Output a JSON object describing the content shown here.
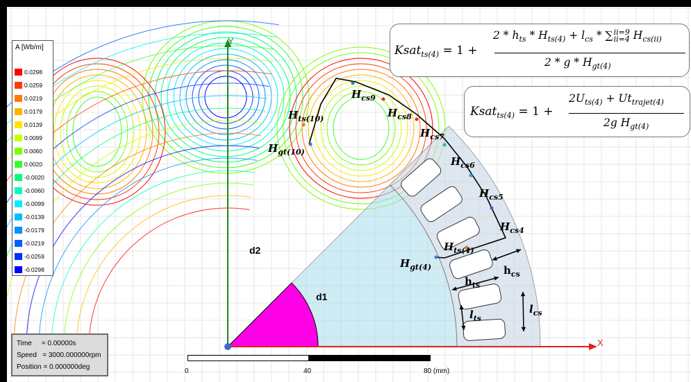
{
  "legend": {
    "title": "A [Wb/m]",
    "values": [
      "0.0298",
      "0.0259",
      "0.0219",
      "0.0179",
      "0.0139",
      "0.0099",
      "0.0060",
      "0.0020",
      "-0.0020",
      "-0.0060",
      "-0.0099",
      "-0.0139",
      "-0.0179",
      "-0.0219",
      "-0.0259",
      "-0.0298"
    ],
    "colors": [
      "#ff0000",
      "#ff3d00",
      "#ff7a00",
      "#ffb400",
      "#ffe600",
      "#c8ff00",
      "#7eff00",
      "#3bff2a",
      "#00ff80",
      "#00ffbf",
      "#00f0ff",
      "#00c0ff",
      "#0090ff",
      "#0060ff",
      "#0030ff",
      "#0000ff"
    ]
  },
  "axes": {
    "x_label": "X",
    "y_label": "Y"
  },
  "info": {
    "time": "Time     = 0.00000s",
    "speed": "Speed   = 3000.000000rpm",
    "position": "Position = 0.000000deg"
  },
  "scale": {
    "ticks": [
      "0",
      "40",
      "80 (mm)"
    ]
  },
  "formula1": {
    "lhs": "Ksat",
    "lhs_sub": "ts(4)",
    "eq": "= 1 +",
    "numerator": "2 * h",
    "num_sub1": "ts",
    "num_mid1": " * H",
    "num_sub2": "ts(4)",
    "num_mid2": " + l",
    "num_sub3": "cs",
    "num_mid3": " * ∑",
    "num_sup": "ii=9",
    "num_sub4": "ii=4",
    "num_mid4": " H",
    "num_sub5": "cs(ii)",
    "denominator": "2 * g  * H",
    "den_sub": "gt(4)"
  },
  "formula2": {
    "lhs": "Ksat",
    "lhs_sub": "ts(4)",
    "eq": "= 1 +",
    "num_a": "2U",
    "num_a_sub": "ts(4)",
    "num_b": " + Ut",
    "num_b_sub": "trajet(4)",
    "den": "2g H",
    "den_sub": "gt(4)"
  },
  "labels": {
    "hcs9": "H",
    "hcs9_sub": "cs9",
    "hcs8": "H",
    "hcs8_sub": "cs8",
    "hcs7": "H",
    "hcs7_sub": "cs7",
    "hcs6": "H",
    "hcs6_sub": "cs6",
    "hcs5": "H",
    "hcs5_sub": "cs5",
    "hcs4": "H",
    "hcs4_sub": "cs4",
    "hts10": "H",
    "hts10_sub": "ts(10)",
    "hgt10": "H",
    "hgt10_sub": "gt(10)",
    "hts4": "H",
    "hts4_sub": "ts(4)",
    "hgt4": "H",
    "hgt4_sub": "gt(4)",
    "h_ts": "h",
    "h_ts_sub": "ts",
    "h_cs": "h",
    "h_cs_sub": "cs",
    "l_ts": "l",
    "l_ts_sub": "ts",
    "l_cs": "l",
    "l_cs_sub": "cs",
    "d1": "d1",
    "d2": "d2"
  }
}
